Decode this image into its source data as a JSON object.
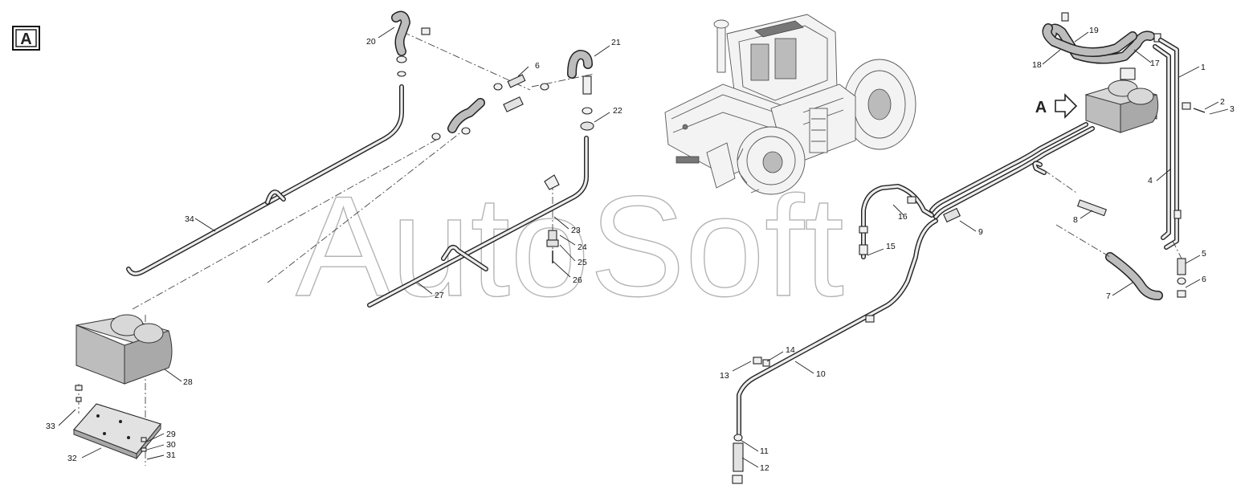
{
  "view_label": {
    "letter": "A"
  },
  "view_arrow": {
    "letter": "A"
  },
  "watermark": "AutoSoft",
  "callouts": [
    "1",
    "2",
    "3",
    "4",
    "5",
    "6",
    "6",
    "7",
    "8",
    "9",
    "10",
    "11",
    "12",
    "13",
    "14",
    "15",
    "16",
    "17",
    "18",
    "19",
    "20",
    "21",
    "22",
    "23",
    "24",
    "25",
    "26",
    "27",
    "28",
    "29",
    "30",
    "31",
    "32",
    "33",
    "34"
  ],
  "colors": {
    "line": "#222222",
    "tank_light": "#d8d8d8",
    "tank_dark": "#a9a9a9",
    "watermark": "#9c9c9c"
  }
}
